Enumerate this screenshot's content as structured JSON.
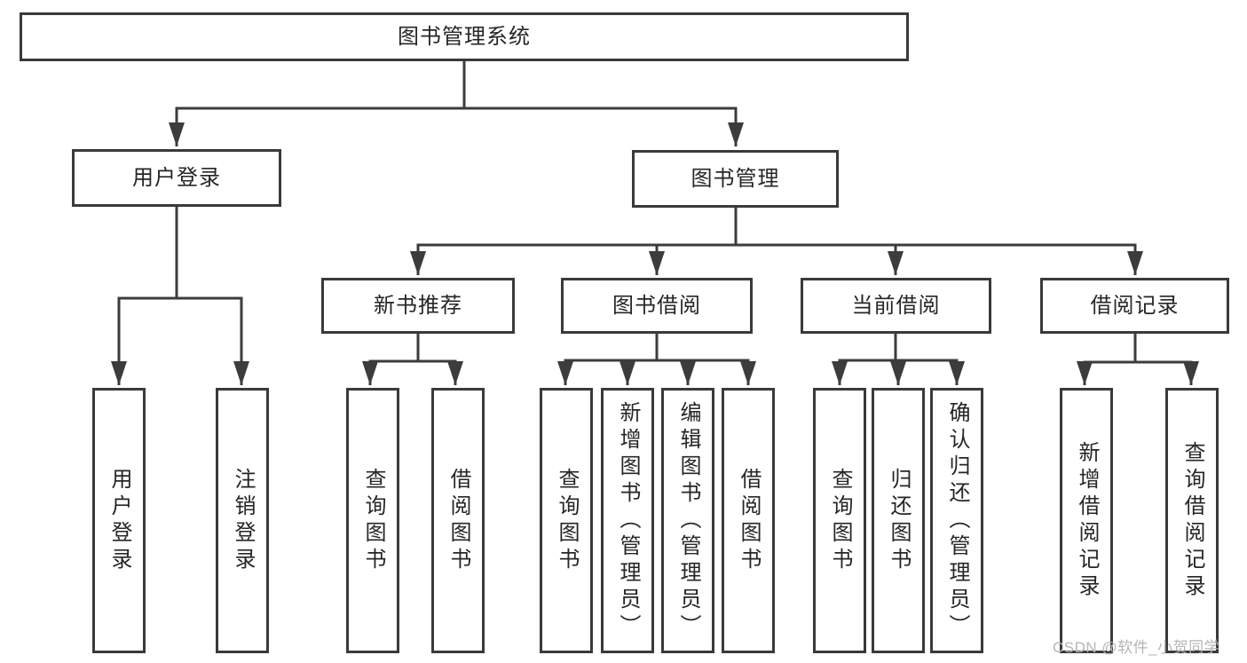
{
  "diagram": {
    "watermark": "CSDN @软件_小贺同学",
    "colors": {
      "line": "#3c3c3c",
      "border": "#3a3a3a",
      "text": "#262626",
      "background": "#ffffff",
      "watermark": "#b5b5b5"
    },
    "nodes": {
      "root": {
        "label": "图书管理系统"
      },
      "user_login": {
        "label": "用户登录"
      },
      "book_mgmt": {
        "label": "图书管理"
      },
      "new_books": {
        "label": "新书推荐"
      },
      "book_borrow": {
        "label": "图书借阅"
      },
      "current_borrow": {
        "label": "当前借阅"
      },
      "borrow_records": {
        "label": "借阅记录"
      },
      "leaf_user_login": {
        "label": "用户登录"
      },
      "leaf_logout": {
        "label": "注销登录"
      },
      "leaf_nb_query": {
        "label": "查询图书"
      },
      "leaf_nb_borrow": {
        "label": "借阅图书"
      },
      "leaf_bb_query": {
        "label": "查询图书"
      },
      "leaf_bb_add": {
        "label": "新增图书（管理员）"
      },
      "leaf_bb_edit": {
        "label": "编辑图书（管理员）"
      },
      "leaf_bb_borrow": {
        "label": "借阅图书"
      },
      "leaf_cb_query": {
        "label": "查询图书"
      },
      "leaf_cb_return": {
        "label": "归还图书"
      },
      "leaf_cb_confirm": {
        "label": "确认归还（管理员）"
      },
      "leaf_br_add": {
        "label": "新增借阅记录"
      },
      "leaf_br_query": {
        "label": "查询借阅记录"
      }
    },
    "structure": {
      "root": [
        "user_login",
        "book_mgmt"
      ],
      "user_login": [
        "leaf_user_login",
        "leaf_logout"
      ],
      "book_mgmt": [
        "new_books",
        "book_borrow",
        "current_borrow",
        "borrow_records"
      ],
      "new_books": [
        "leaf_nb_query",
        "leaf_nb_borrow"
      ],
      "book_borrow": [
        "leaf_bb_query",
        "leaf_bb_add",
        "leaf_bb_edit",
        "leaf_bb_borrow"
      ],
      "current_borrow": [
        "leaf_cb_query",
        "leaf_cb_return",
        "leaf_cb_confirm"
      ],
      "borrow_records": [
        "leaf_br_add",
        "leaf_br_query"
      ]
    }
  }
}
